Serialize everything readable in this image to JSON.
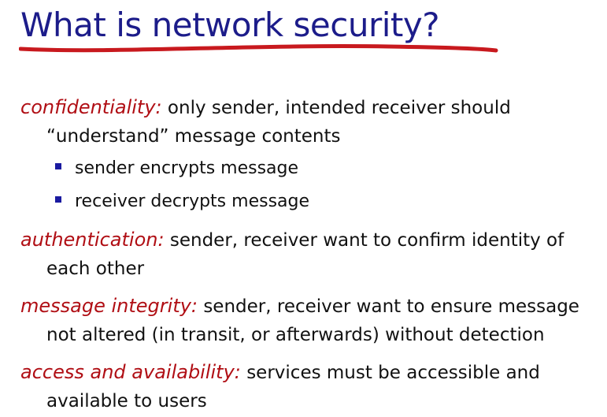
{
  "slide": {
    "title": "What is network security?",
    "colors": {
      "title": "#1c1c8a",
      "underline": "#c8191e",
      "term": "#b00e14",
      "bullet": "#1a1aa0"
    },
    "items": [
      {
        "term": "confidentiality:",
        "line1": " only sender, intended receiver should",
        "line2": "“understand” message contents",
        "bullets": [
          "sender encrypts message",
          "receiver decrypts message"
        ]
      },
      {
        "term": "authentication:",
        "line1": " sender, receiver want to confirm identity of",
        "line2": "each other"
      },
      {
        "term": "message integrity:",
        "line1": " sender, receiver want to ensure message",
        "line2": "not altered (in transit, or afterwards) without detection"
      },
      {
        "term": "access and availability:",
        "line1": " services must be accessible and",
        "line2": "available to users"
      }
    ]
  }
}
